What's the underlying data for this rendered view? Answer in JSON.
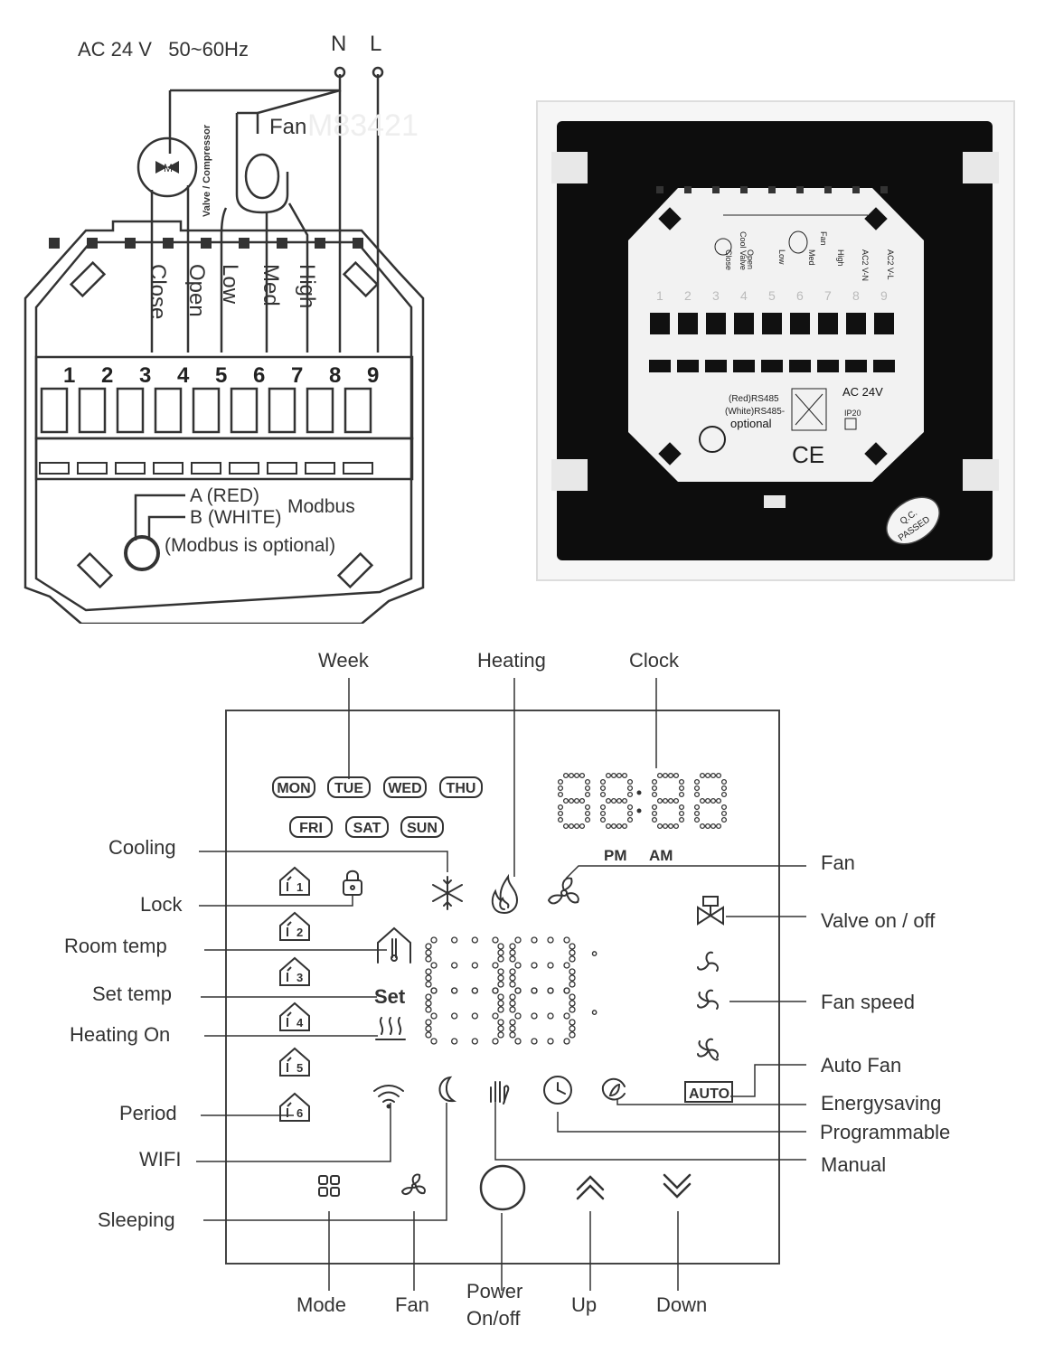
{
  "wiring": {
    "power": "AC 24 V   50~60Hz",
    "neutral": "N",
    "live": "L",
    "fan": "Fan",
    "valve": "Valve / Compressor",
    "motor": "M",
    "watermark": "M83421",
    "terminal_labels": [
      "Close",
      "Open",
      "Low",
      "Med",
      "High"
    ],
    "terminal_numbers": [
      "1",
      "2",
      "3",
      "4",
      "5",
      "6",
      "7",
      "8",
      "9"
    ],
    "modbus_a": "A (RED)",
    "modbus_b": "B (WHITE)",
    "modbus": "Modbus",
    "modbus_note": "(Modbus is optional)"
  },
  "photo": {
    "rear_labels": [
      "Close",
      "Open",
      "Low",
      "Med",
      "High",
      "AC2 V-N",
      "AC2 V-L"
    ],
    "cool_valve": "Cool Valve",
    "fan": "Fan",
    "terminal_numbers": [
      "1",
      "2",
      "3",
      "4",
      "5",
      "6",
      "7",
      "8",
      "9"
    ],
    "ac": "AC 24V",
    "rs485_red": "(Red)RS485",
    "rs485_white": "(White)RS485-",
    "optional": "optional",
    "ip": "IP20",
    "ce": "CE",
    "qc": "Q.C.",
    "passed": "PASSED"
  },
  "panel": {
    "callouts": {
      "week": "Week",
      "heating": "Heating",
      "clock": "Clock",
      "cooling": "Cooling",
      "lock": "Lock",
      "room_temp": "Room temp",
      "set_temp": "Set temp",
      "heating_on": "Heating On",
      "period": "Period",
      "wifi": "WIFI",
      "sleeping": "Sleeping",
      "fan_top": "Fan",
      "valve": "Valve on / off",
      "fan_speed": "Fan speed",
      "auto_fan": "Auto Fan",
      "energysaving": "Energysaving",
      "programmable": "Programmable",
      "manual": "Manual",
      "mode": "Mode",
      "fan_bottom": "Fan",
      "power_1": "Power",
      "power_2": "On/off",
      "up": "Up",
      "down": "Down"
    },
    "days": [
      "MON",
      "TUE",
      "WED",
      "THU",
      "FRI",
      "SAT",
      "SUN"
    ],
    "pm": "PM",
    "am": "AM",
    "set": "Set",
    "auto": "AUTO",
    "period_numbers": [
      "1",
      "2",
      "3",
      "4",
      "5",
      "6"
    ],
    "degree_unit": "°"
  }
}
